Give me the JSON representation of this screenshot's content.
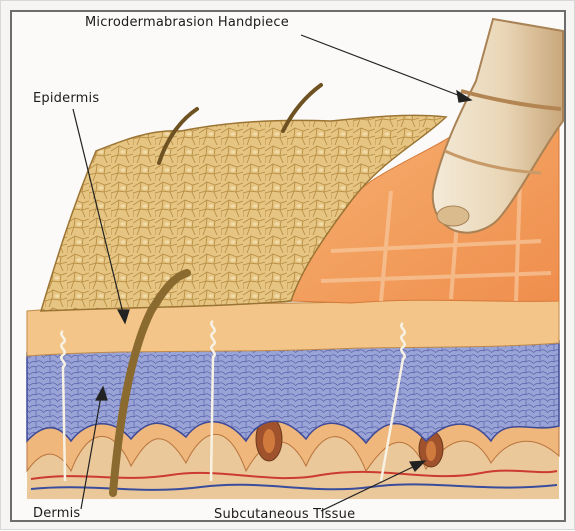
{
  "labels": {
    "handpiece": "Microdermabrasion Handpiece",
    "epidermis": "Epidermis",
    "dermis": "Dermis",
    "subcutaneous": "Subcutaneous Tissue"
  },
  "colors": {
    "epidermis_cells": "#e6c583",
    "cell_outline": "#b98f45",
    "exposed_layer": "#f2a061",
    "dermis_band": "#f3c588",
    "blue_layer": "#8e97cf",
    "blue_layer_dark": "#4e5aa6",
    "subcutaneous": "#ebc89a",
    "hair": "#8a6a2e",
    "vessel_red": "#cc3b30",
    "vessel_blue": "#3a4d9c"
  }
}
